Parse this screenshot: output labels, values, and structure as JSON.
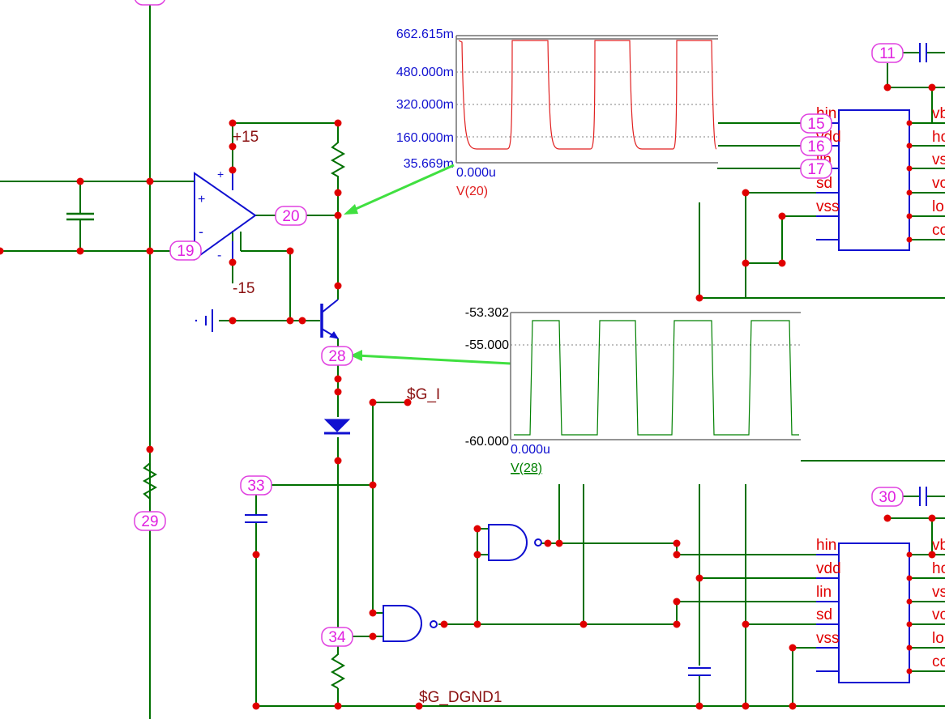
{
  "node_tags": {
    "n11": "11",
    "n15": "15",
    "n16": "16",
    "n17": "17",
    "n19": "19",
    "n20": "20",
    "n28": "28",
    "n29": "29",
    "n30": "30",
    "n33": "33",
    "n34": "34"
  },
  "net_labels": {
    "plus15": "+15",
    "minus15": "-15",
    "g_i": "$G_I",
    "g_dgnd1": "$G_DGND1"
  },
  "opamp_signs": {
    "plus_in": "+",
    "minus_in": "-",
    "plus_supply": "+",
    "minus_supply": "-"
  },
  "driver_top_pins": {
    "left": [
      "hin",
      "vdd",
      "lin",
      "sd",
      "vss"
    ],
    "right": [
      "vb",
      "ho",
      "vs",
      "vcc",
      "lo",
      "com"
    ]
  },
  "driver_bottom_pins": {
    "left": [
      "hin",
      "vdd",
      "lin",
      "sd",
      "vss"
    ],
    "right": [
      "vb",
      "ho",
      "vs",
      "vcc",
      "lo",
      "com"
    ]
  },
  "scope_v20": {
    "y_ticks": [
      "662.615m",
      "480.000m",
      "320.000m",
      "160.000m",
      "35.669m"
    ],
    "x_start": "0.000u",
    "signal": "V(20)",
    "color": "#e02020"
  },
  "scope_v28": {
    "y_ticks": [
      "-53.302",
      "-55.000",
      "-60.000"
    ],
    "x_start": "0.000u",
    "signal": "V(28)",
    "color": "#008000"
  },
  "chart_data": [
    {
      "type": "line",
      "series": [
        {
          "name": "V(20)",
          "x": [
            0,
            1,
            2,
            3,
            4,
            5,
            6,
            7,
            8
          ],
          "values": [
            0.63,
            0.13,
            0.63,
            0.13,
            0.63,
            0.13,
            0.63,
            0.13,
            0.63
          ]
        }
      ],
      "y_ticks": [
        0.662615,
        0.48,
        0.32,
        0.16,
        0.035669
      ],
      "ylim": [
        0.035669,
        0.662615
      ],
      "x_start_label": "0.000u",
      "grid": true
    },
    {
      "type": "line",
      "series": [
        {
          "name": "V(28)",
          "x": [
            0,
            1,
            2,
            3,
            4,
            5,
            6,
            7,
            8
          ],
          "values": [
            -59.7,
            -53.5,
            -59.7,
            -53.5,
            -59.7,
            -53.5,
            -59.7,
            -53.5,
            -59.7
          ]
        }
      ],
      "y_ticks": [
        -53.302,
        -55.0,
        -60.0
      ],
      "ylim": [
        -60.0,
        -53.302
      ],
      "x_start_label": "0.000u",
      "grid": true
    }
  ]
}
